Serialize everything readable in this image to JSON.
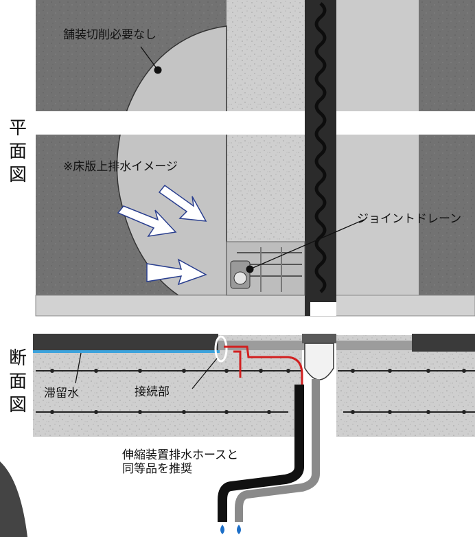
{
  "plan_view": {
    "side_label": "平面図",
    "callouts": {
      "no_cutting": "舗装切削必要なし",
      "deck_drainage": "※床版上排水イメージ",
      "joint_drain": "ジョイントドレーン"
    }
  },
  "section_view": {
    "side_label": "断面図",
    "callouts": {
      "stagnant_water": "滞留水",
      "connection": "接続部",
      "hose_recommend_line1": "伸縮装置排水ホースと",
      "hose_recommend_line2": "同等品を推奨"
    }
  },
  "colors": {
    "concrete": "#c9c9c9",
    "asphalt": "#6e6e6e",
    "joint_rubber": "#2b2b2b",
    "water_line": "#3da3dc",
    "drain_pipe": "#d21f1f",
    "water_drop": "#1c6fc8"
  }
}
